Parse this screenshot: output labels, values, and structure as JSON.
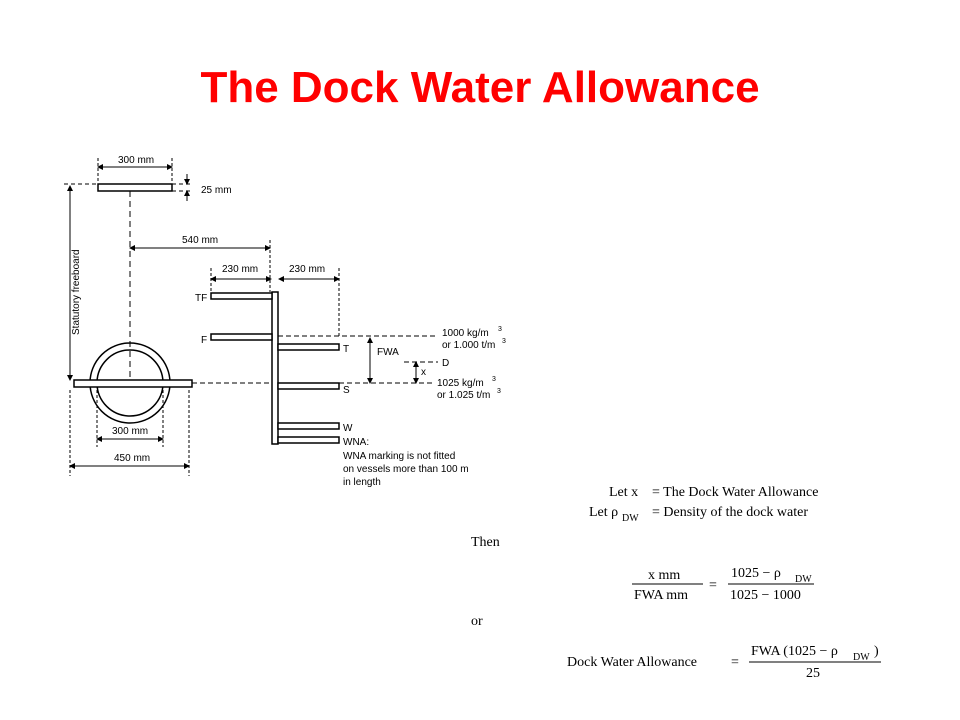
{
  "title": "The Dock Water Allowance",
  "diagram": {
    "dim_300_top": "300 mm",
    "dim_25": "25 mm",
    "dim_540": "540 mm",
    "dim_230_a": "230 mm",
    "dim_230_b": "230 mm",
    "dim_300_bottom": "300 mm",
    "dim_450": "450 mm",
    "statutory_freeboard": "Statutory freeboard",
    "mark_tf": "TF",
    "mark_f": "F",
    "mark_t": "T",
    "mark_s": "S",
    "mark_w": "W",
    "mark_wna": "WNA:",
    "fwa": "FWA",
    "x": "x",
    "d": "D",
    "density_fresh_1": "1000 kg/m",
    "density_fresh_2": "or 1.000 t/m",
    "density_salt_1": "1025 kg/m",
    "density_salt_2": "or 1.025 t/m",
    "cube": "3",
    "wna_note_1": "WNA marking is not fitted",
    "wna_note_2": "on vessels more than 100 m",
    "wna_note_3": "in length"
  },
  "formulas": {
    "let_x": "Let x",
    "let_x_def": "= The Dock Water Allowance",
    "let_rho": "Let ρ",
    "rho_sub": "DW",
    "let_rho_def": "= Density of the dock water",
    "then": "Then",
    "x_mm": "x mm",
    "fwa_mm": "FWA mm",
    "equals": "=",
    "num_1025": "1025 − ρ",
    "den_1025_1000": "1025 − 1000",
    "or": "or",
    "dwa_label": "Dock Water Allowance",
    "dwa_num": "FWA (1025 − ρ",
    "dwa_num_close": ")",
    "dwa_den": "25"
  }
}
